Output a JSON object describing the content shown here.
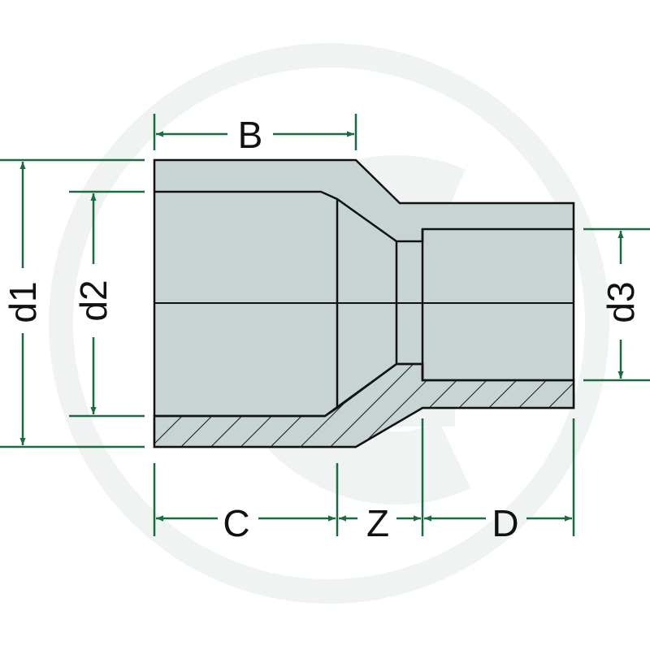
{
  "diagram": {
    "labels": {
      "B": "B",
      "C": "C",
      "Z": "Z",
      "D": "D",
      "d1": "d1",
      "d2": "d2",
      "d3": "d3"
    }
  },
  "colors": {
    "background": "#ffffff",
    "body_fill": "#c8d3d3",
    "outline": "#111111",
    "dimension": "#1a6b42",
    "watermark": "#eef2f0"
  },
  "icons": {
    "watermark": "brand-logo-watermark"
  }
}
